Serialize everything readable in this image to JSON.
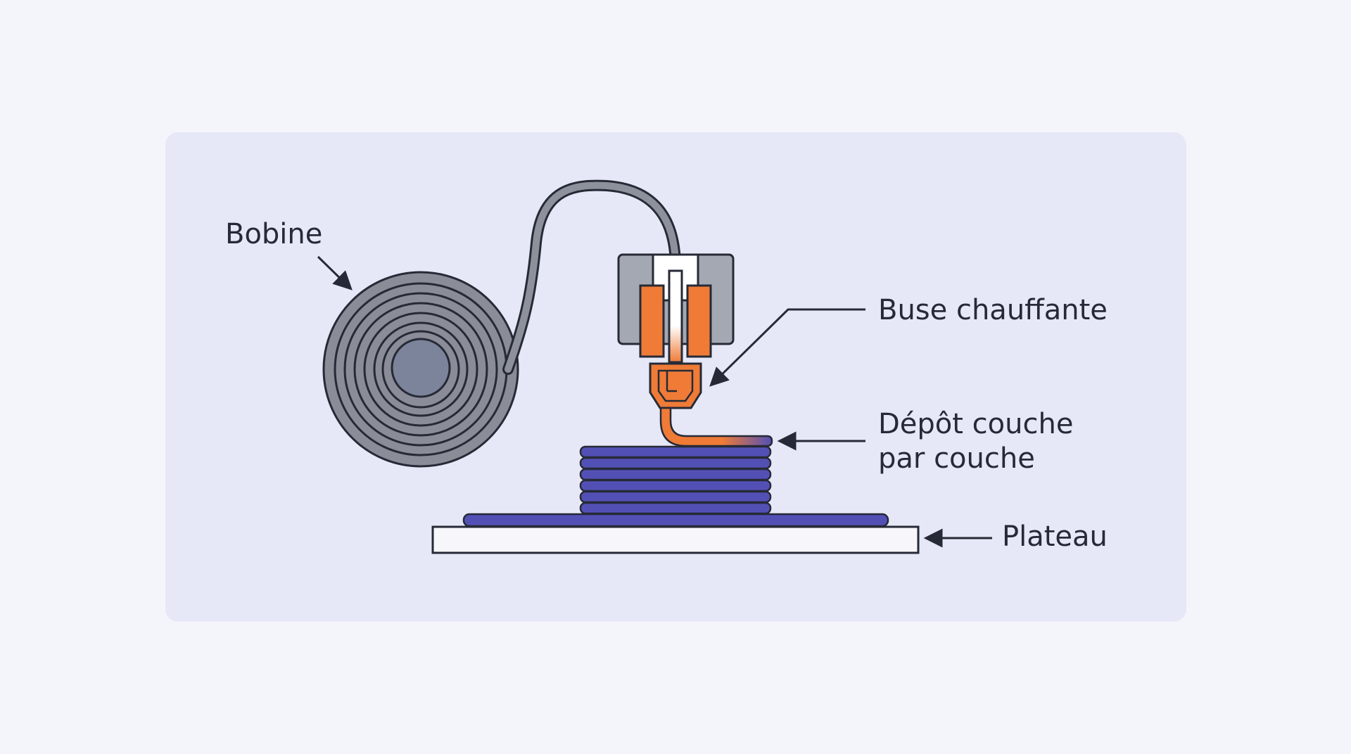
{
  "labels": {
    "bobine": "Bobine",
    "buse": "Buse chauffante",
    "depot_line1": "Dépôt couche",
    "depot_line2": "par couche",
    "plateau": "Plateau"
  },
  "colors": {
    "page_background": "#f4f5fa",
    "panel_background": "#e6e8f7",
    "outline": "#262a36",
    "spool": "#8a8d98",
    "spool_hub": "#7b849b",
    "filament": "#8d919c",
    "extruder_body": "#a4a8b3",
    "heater": "#ef7b37",
    "layers": "#5350b5",
    "plate": "#f7f7fb"
  }
}
